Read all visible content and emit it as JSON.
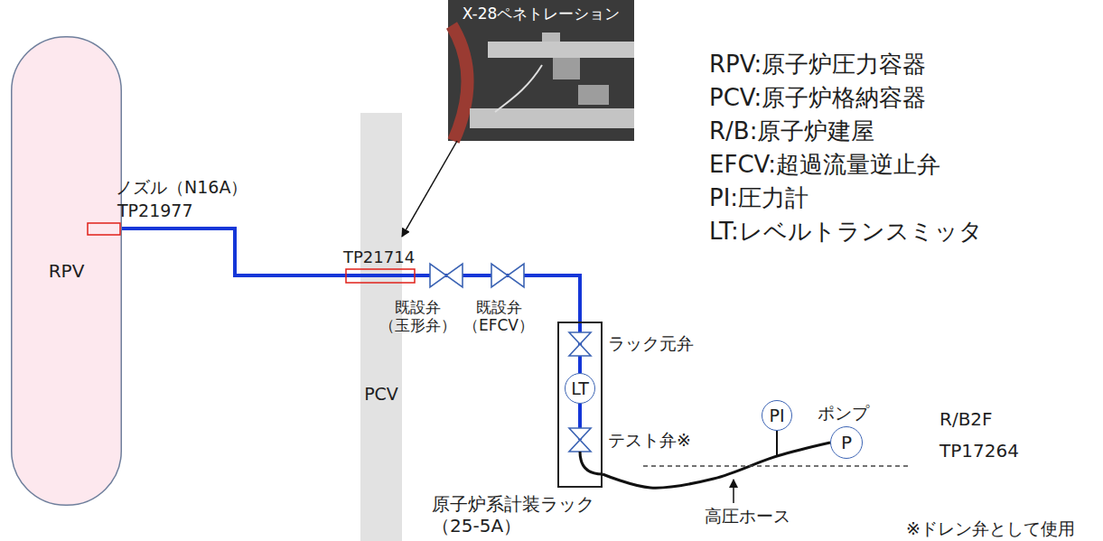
{
  "diagram": {
    "nodes": [
      {
        "text": [
          "RPV"
        ]
      },
      {
        "text": [
          "X-28ペネトレーション"
        ]
      },
      {
        "text": [
          "PCV"
        ]
      },
      {
        "text": [
          "原子炉系計装ラック （25-5A）"
        ]
      },
      {
        "text": [
          "LT"
        ],
        "in": 3
      },
      {
        "text": [
          "PI"
        ]
      },
      {
        "text": [
          "P"
        ]
      }
    ],
    "edges": [
      {
        "from": 0,
        "to": 3,
        "arrow": "none"
      },
      {
        "from": 1,
        "to": 2,
        "arrow": "to"
      },
      {
        "from": 3,
        "to": 6,
        "arrow": "none"
      }
    ],
    "labels": [
      "ノズル（N16A）",
      "TP21977",
      "TP21714",
      "既設弁 （玉形弁）",
      "既設弁 （EFCV）",
      "ラック元弁",
      "テスト弁※",
      "ポンプ",
      "R/B2F",
      "TP17264",
      "高圧ホース",
      "※ドレン弁として使用",
      "RPV:原子炉圧力容器",
      "PCV:原子炉格納容器",
      "R/B:原子炉建屋",
      "EFCV:超過流量逆止弁",
      "PI:圧力計",
      "LT:レベルトランスミッタ"
    ]
  }
}
